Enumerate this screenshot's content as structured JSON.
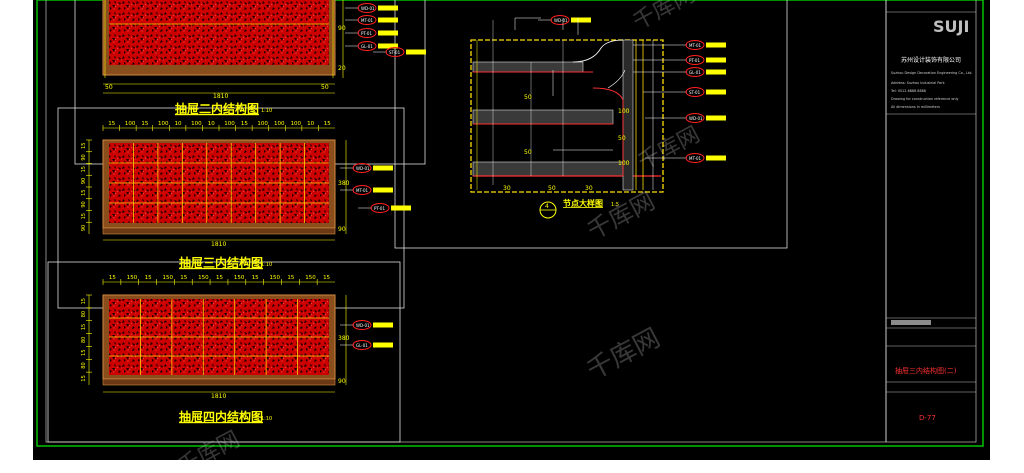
{
  "colors": {
    "background": "#000000",
    "page": "#ffffff",
    "frame": "#00c000",
    "dimension": "#ffff00",
    "panel_fill": "#cc0000",
    "panel_frame": "#b06a28",
    "pattern": "#1a0000",
    "tag": "#ff2020",
    "text_white": "#ffffff",
    "title_red": "#ff3030"
  },
  "drawings": {
    "drawer_top": {
      "title": "抽屉二内结构图",
      "scale": "1:10",
      "width_dim": "1810",
      "dims_bottom": [
        "50",
        "50"
      ],
      "dims_right": [
        "20",
        "90"
      ]
    },
    "drawer_three": {
      "title": "抽屉三内结构图",
      "scale": "1:10",
      "top_dims": [
        "15",
        "100",
        "15",
        "100",
        "10",
        "100",
        "10",
        "100",
        "15",
        "100",
        "100",
        "100",
        "10",
        "15"
      ],
      "left_dims": [
        "15",
        "90",
        "15",
        "90",
        "15",
        "90",
        "15",
        "90"
      ],
      "width_dim": "1810",
      "dims_right": [
        "380",
        "90"
      ]
    },
    "drawer_four": {
      "title": "抽屉四内结构图",
      "scale": "1:10",
      "top_dims": [
        "15",
        "150",
        "15",
        "150",
        "15",
        "150",
        "15",
        "150",
        "15",
        "150",
        "15",
        "150",
        "15"
      ],
      "left_dims": [
        "15",
        "80",
        "15",
        "80",
        "15",
        "80",
        "15"
      ],
      "width_dim": "1810",
      "dims_right": [
        "380",
        "90"
      ]
    },
    "node_detail": {
      "title": "节点大样图",
      "scale": "1:5",
      "symbol": "4",
      "dims": [
        "50",
        "30",
        "30",
        "50",
        "50",
        "100",
        "50",
        "100"
      ]
    }
  },
  "tags": [
    "WD-01",
    "MT-01",
    "PT-01",
    "GL-01",
    "ST-01"
  ],
  "title_block": {
    "logo": "SUJI",
    "company": "苏州设计装饰有限公司",
    "notes": [
      "Suzhou Design Decoration Engineering Co., Ltd.",
      "Address: Suzhou Industrial Park",
      "Tel: 0512-6888 8888",
      "Drawing for construction reference only",
      "All dimensions in millimeters"
    ],
    "drawing_name": "抽屉三内结构图(二)",
    "drawing_number": "D-77"
  },
  "watermark": "千库网"
}
